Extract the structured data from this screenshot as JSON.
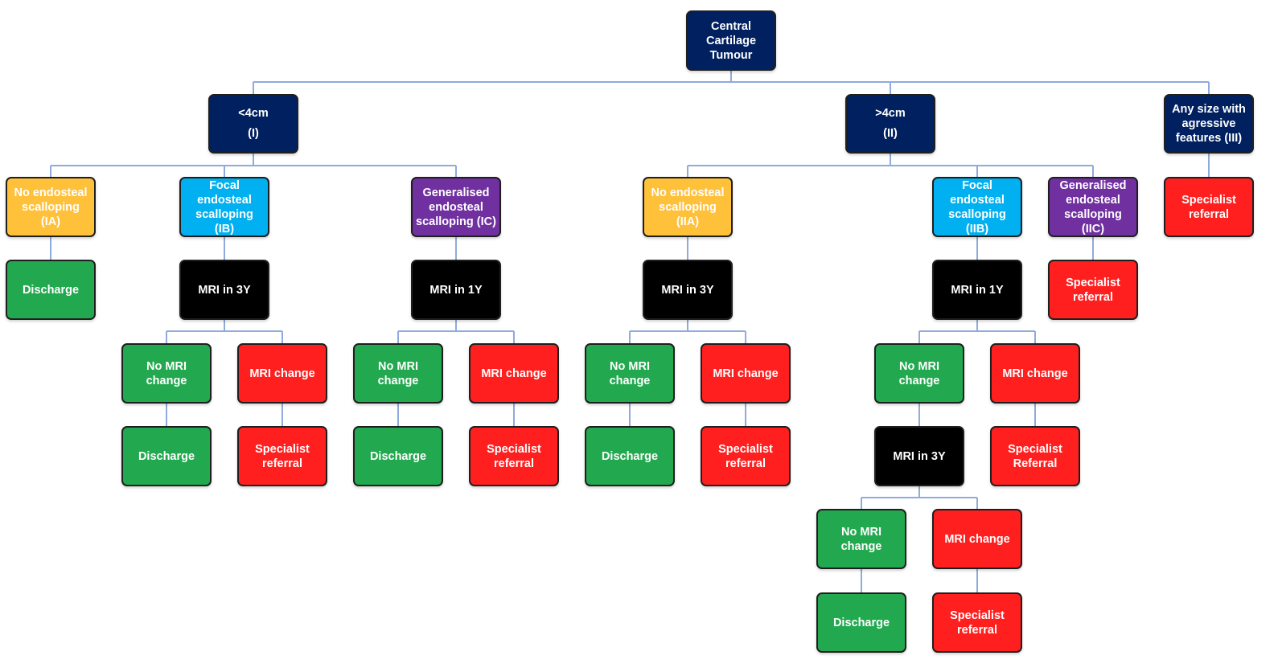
{
  "colors": {
    "navy": "#002060",
    "yellow": "#ffc03a",
    "cyan": "#00b0f0",
    "purple": "#7030a0",
    "black": "#000000",
    "green": "#22a94f",
    "red": "#ff1f1f",
    "connector": "#8faadc"
  },
  "nodes": {
    "root": [
      "Central",
      "Cartilage",
      "Tumour"
    ],
    "lt4": [
      "<4cm",
      "(I)"
    ],
    "gt4": [
      ">4cm",
      "(II)"
    ],
    "any": [
      "Any size with",
      "agressive",
      "features (III)"
    ],
    "ia": [
      "No endosteal",
      "scalloping",
      "(IA)"
    ],
    "ib": [
      "Focal",
      "endosteal",
      "scalloping",
      "(IB)"
    ],
    "ic": [
      "Generalised",
      "endosteal",
      "scalloping (IC)"
    ],
    "iia": [
      "No endosteal",
      "scalloping",
      "(IIA)"
    ],
    "iib": [
      "Focal",
      "endosteal",
      "scalloping",
      "(IIB)"
    ],
    "iic": [
      "Generalised",
      "endosteal",
      "scalloping",
      "(IIC)"
    ],
    "iii_ref": [
      "Specialist",
      "referral"
    ],
    "ia_dis": [
      "Discharge"
    ],
    "ib_mri": [
      "MRI in 3Y"
    ],
    "ic_mri": [
      "MRI in 1Y"
    ],
    "iia_mri": [
      "MRI in 3Y"
    ],
    "iib_mri": [
      "MRI in 1Y"
    ],
    "iic_ref": [
      "Specialist",
      "referral"
    ],
    "ib_no": [
      "No MRI",
      "change"
    ],
    "ib_ch": [
      "MRI change"
    ],
    "ic_no": [
      "No MRI",
      "change"
    ],
    "ic_ch": [
      "MRI change"
    ],
    "iia_no": [
      "No MRI",
      "change"
    ],
    "iia_ch": [
      "MRI change"
    ],
    "iib_no": [
      "No MRI",
      "change"
    ],
    "iib_ch": [
      "MRI change"
    ],
    "ib_dis": [
      "Discharge"
    ],
    "ib_ref": [
      "Specialist",
      "referral"
    ],
    "ic_dis": [
      "Discharge"
    ],
    "ic_ref": [
      "Specialist",
      "referral"
    ],
    "iia_dis": [
      "Discharge"
    ],
    "iia_ref": [
      "Specialist",
      "referral"
    ],
    "iib_mri3": [
      "MRI in 3Y"
    ],
    "iib_ref": [
      "Specialist",
      "Referral"
    ],
    "iib2_no": [
      "No MRI",
      "change"
    ],
    "iib2_ch": [
      "MRI change"
    ],
    "iib2_dis": [
      "Discharge"
    ],
    "iib2_ref": [
      "Specialist",
      "referral"
    ]
  }
}
